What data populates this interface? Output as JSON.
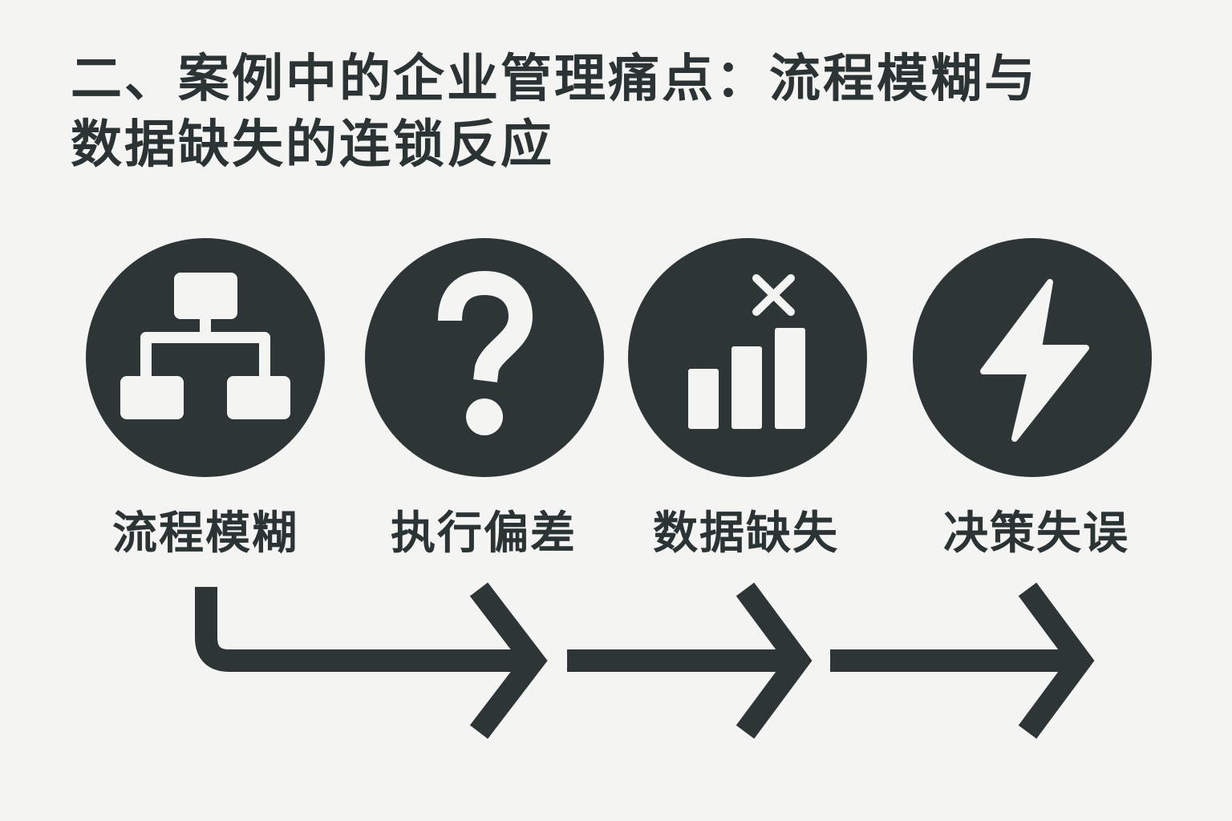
{
  "title": {
    "line1": "二、案例中的企业管理痛点：流程模糊与",
    "line2": "数据缺失的连锁反应"
  },
  "steps": [
    {
      "label": "流程模糊",
      "icon": "flowchart-icon"
    },
    {
      "label": "执行偏差",
      "icon": "question-mark-icon"
    },
    {
      "label": "数据缺失",
      "icon": "bar-chart-error-icon"
    },
    {
      "label": "决策失误",
      "icon": "lightning-bolt-icon"
    }
  ],
  "colors": {
    "background": "#f4f4f2",
    "dark": "#2d3536",
    "icon": "#f4f4f2"
  }
}
